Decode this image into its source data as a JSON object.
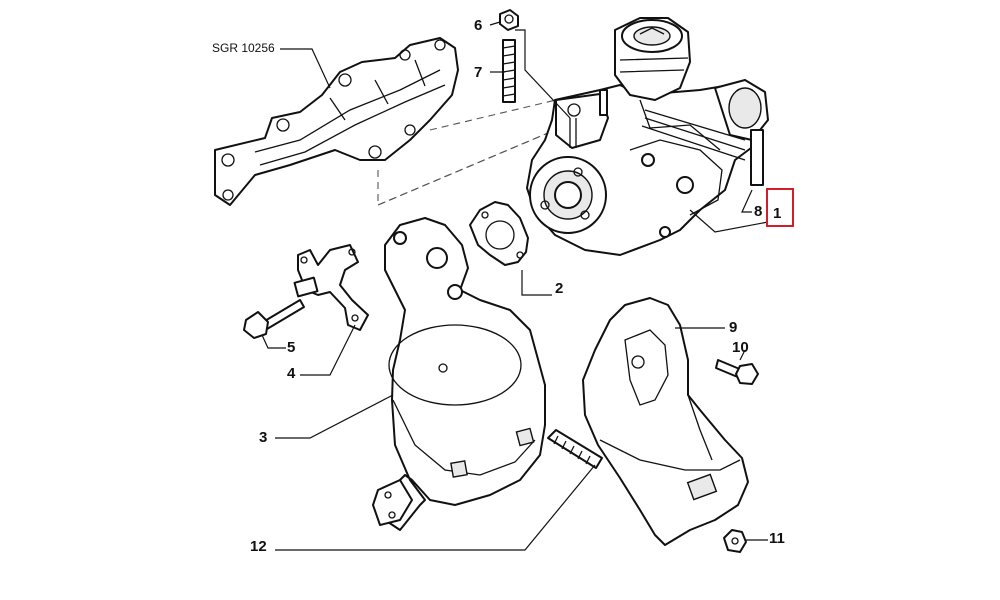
{
  "diagram": {
    "reference_code": "SGR 10256",
    "callouts": [
      {
        "id": "1",
        "label": "1",
        "highlighted": true
      },
      {
        "id": "2",
        "label": "2"
      },
      {
        "id": "3",
        "label": "3"
      },
      {
        "id": "4",
        "label": "4"
      },
      {
        "id": "5",
        "label": "5"
      },
      {
        "id": "6",
        "label": "6"
      },
      {
        "id": "7",
        "label": "7"
      },
      {
        "id": "8",
        "label": "8"
      },
      {
        "id": "9",
        "label": "9"
      },
      {
        "id": "10",
        "label": "10"
      },
      {
        "id": "11",
        "label": "11"
      },
      {
        "id": "12",
        "label": "12"
      }
    ],
    "highlight_color": "#d11f2a"
  }
}
